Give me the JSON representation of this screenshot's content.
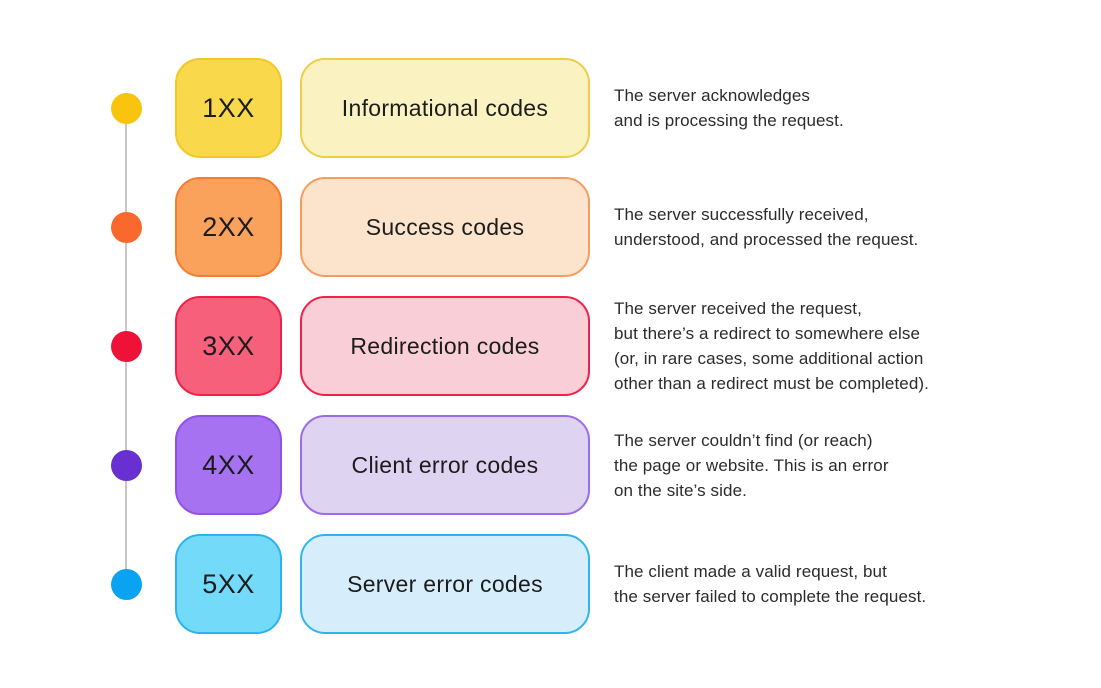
{
  "timeline": {
    "line_color": "#c6c6c6"
  },
  "rows": [
    {
      "code": "1XX",
      "label": "Informational codes",
      "description": "The server acknowledges\nand is processing the request.",
      "colors": {
        "dot": "#f8c40d",
        "code_fill": "#f9d84b",
        "code_border": "#f2c727",
        "label_fill": "#faf3c1",
        "label_border": "#efcd47"
      }
    },
    {
      "code": "2XX",
      "label": "Success codes",
      "description": "The server successfully received,\nunderstood, and processed the request.",
      "colors": {
        "dot": "#f9682c",
        "code_fill": "#faa15c",
        "code_border": "#f57d33",
        "label_fill": "#fbe4cb",
        "label_border": "#f79c5c"
      }
    },
    {
      "code": "3XX",
      "label": "Redirection codes",
      "description": "The server received the request,\nbut there’s a redirect to somewhere else\n(or, in rare cases, some additional action\nother than a redirect must be completed).",
      "colors": {
        "dot": "#ee1239",
        "code_fill": "#f6607b",
        "code_border": "#ef2149",
        "label_fill": "#f9ced6",
        "label_border": "#ef2149"
      }
    },
    {
      "code": "4XX",
      "label": "Client error codes",
      "description": "The server couldn’t find (or reach)\nthe page or website. This is an error\non the site’s side.",
      "colors": {
        "dot": "#6930d1",
        "code_fill": "#a672f2",
        "code_border": "#8f52e5",
        "label_fill": "#ded3f1",
        "label_border": "#9c6ce7"
      }
    },
    {
      "code": "5XX",
      "label": "Server error codes",
      "description": "The client made a valid request, but\nthe server failed to complete the request.",
      "colors": {
        "dot": "#0aa3f2",
        "code_fill": "#73daf9",
        "code_border": "#2bb3ef",
        "label_fill": "#d6eefc",
        "label_border": "#30b4f0"
      }
    }
  ]
}
